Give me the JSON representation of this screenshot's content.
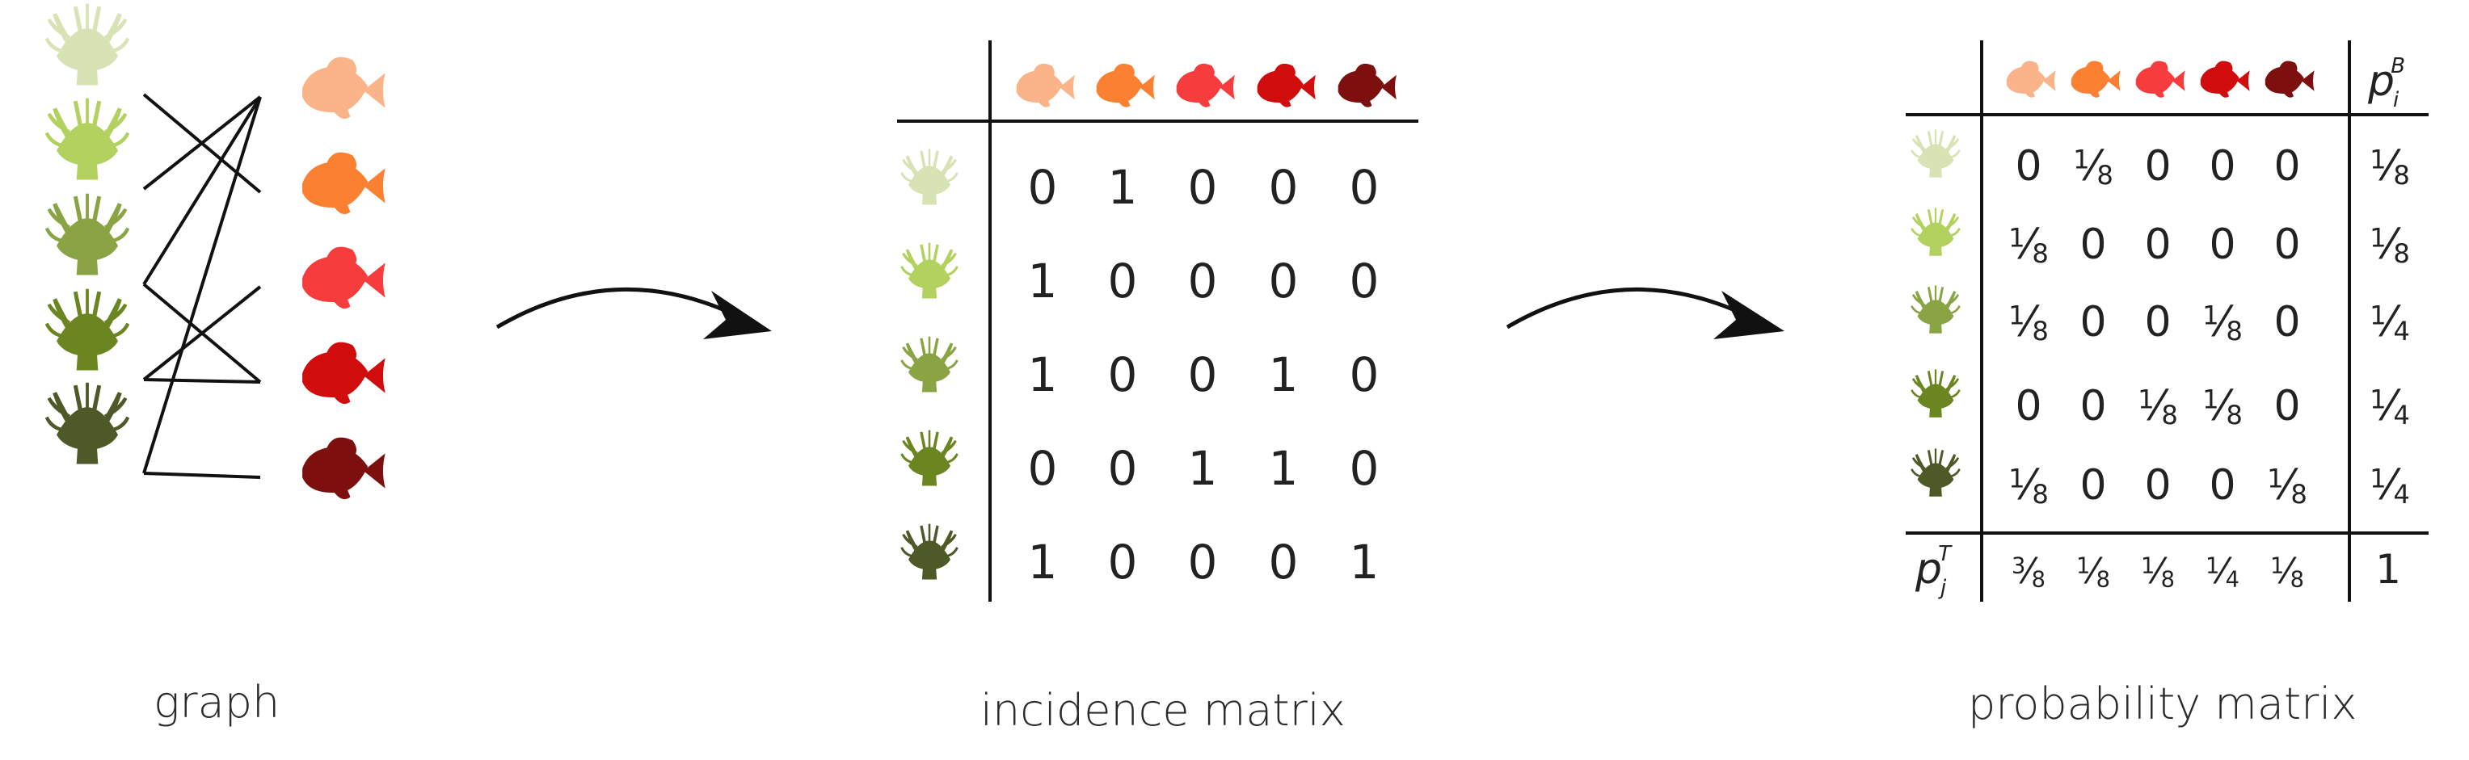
{
  "labels": {
    "graph": "graph",
    "incidence": "incidence matrix",
    "probability": "probability matrix"
  },
  "icons": {
    "plant": "coral-plant-icon",
    "fish": "fish-icon",
    "arrow": "curved-arrow-icon"
  },
  "plant_colors": [
    "#d7e3b4",
    "#b3d15e",
    "#8aa444",
    "#6b8520",
    "#4d5a28"
  ],
  "fish_colors": [
    "#fbb48a",
    "#fb8032",
    "#f63c3c",
    "#d10c0c",
    "#7e0f0f"
  ],
  "edges": [
    [
      0,
      1
    ],
    [
      1,
      0
    ],
    [
      2,
      0
    ],
    [
      2,
      3
    ],
    [
      3,
      2
    ],
    [
      3,
      3
    ],
    [
      4,
      0
    ],
    [
      4,
      4
    ]
  ],
  "incidence_matrix": [
    [
      0,
      1,
      0,
      0,
      0
    ],
    [
      1,
      0,
      0,
      0,
      0
    ],
    [
      1,
      0,
      0,
      1,
      0
    ],
    [
      0,
      0,
      1,
      1,
      0
    ],
    [
      1,
      0,
      0,
      0,
      1
    ]
  ],
  "probability_matrix": [
    [
      "0",
      "1/8",
      "0",
      "0",
      "0"
    ],
    [
      "1/8",
      "0",
      "0",
      "0",
      "0"
    ],
    [
      "1/8",
      "0",
      "0",
      "1/8",
      "0"
    ],
    [
      "0",
      "0",
      "1/8",
      "1/8",
      "0"
    ],
    [
      "1/8",
      "0",
      "0",
      "0",
      "1/8"
    ]
  ],
  "row_marginals": [
    "1/8",
    "1/8",
    "1/4",
    "1/4",
    "1/4"
  ],
  "col_marginals": [
    "3/8",
    "1/8",
    "1/8",
    "1/4",
    "1/8"
  ],
  "total": "1",
  "row_marginal_label": {
    "base": "p",
    "sub": "i",
    "sup": "B"
  },
  "col_marginal_label": {
    "base": "p",
    "sub": "j",
    "sup": "T"
  }
}
